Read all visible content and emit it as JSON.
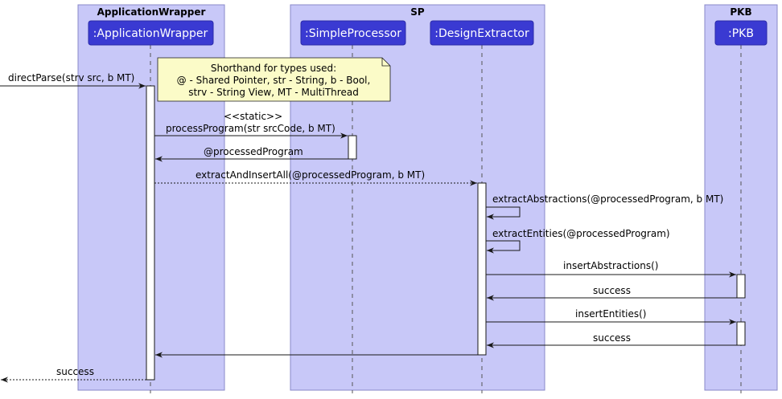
{
  "boxes": {
    "app": "ApplicationWrapper",
    "sp": "SP",
    "pkb": "PKB"
  },
  "participants": {
    "app": ":ApplicationWrapper",
    "sp_proc": ":SimpleProcessor",
    "de": ":DesignExtractor",
    "pkb": ":PKB"
  },
  "note": {
    "line1": "Shorthand for types used:",
    "line2": "@ - Shared Pointer, str - String, b - Bool,",
    "line3": "strv - String View, MT - MultiThread"
  },
  "messages": {
    "direct_parse": "directParse(strv src, b MT)",
    "static_stereotype": "<<static>>",
    "process_program": "processProgram(str srcCode, b MT)",
    "processed_program_return": "@processedProgram",
    "extract_and_insert_all": "extractAndInsertAll(@processedProgram, b MT)",
    "extract_abstractions": "extractAbstractions(@processedProgram, b MT)",
    "extract_entities": "extractEntities(@processedProgram)",
    "insert_abstractions": "insertAbstractions()",
    "success_1": "success",
    "insert_entities": "insertEntities()",
    "success_2": "success",
    "success_final": "success"
  },
  "colors": {
    "box_fill": "#c8c8f8",
    "box_stroke": "#8888c8",
    "participant_fill": "#3a3ad2",
    "note_fill": "#fbfbc8",
    "lifeline": "#555555"
  }
}
